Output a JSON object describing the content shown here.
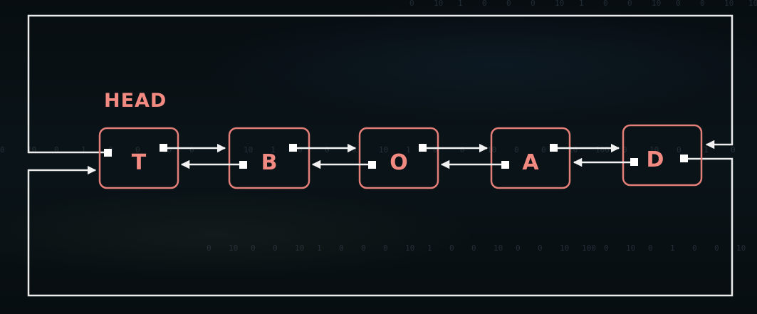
{
  "head_label": "HEAD",
  "nodes": [
    {
      "label": "T"
    },
    {
      "label": "B"
    },
    {
      "label": "O"
    },
    {
      "label": "A"
    },
    {
      "label": "D"
    }
  ],
  "list_type": "circular doubly linked list",
  "colors": {
    "background": "#081014",
    "node_border": "#e47e78",
    "node_text": "#f28a82",
    "arrows": "#f2f2f2"
  },
  "background_digits": [
    "0",
    "10",
    "1",
    "0",
    "0",
    "0",
    "10",
    "1",
    "0",
    "0",
    "10",
    "0",
    "0",
    "10",
    "100",
    "0",
    "10",
    "0",
    "1",
    "0",
    "0",
    "10",
    "0"
  ]
}
